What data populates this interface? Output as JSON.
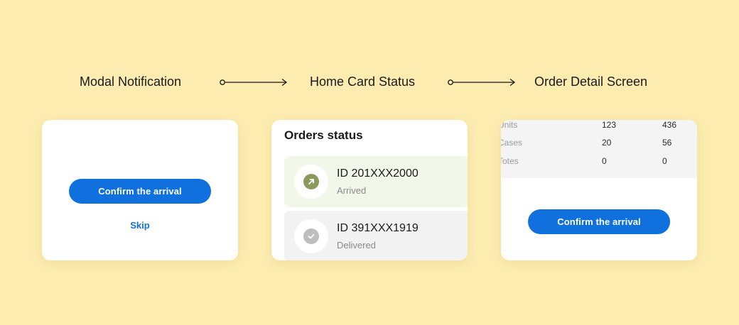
{
  "colors": {
    "background": "#fdecb0",
    "primary": "#0f70de",
    "arrived_icon": "#8a9a5b",
    "delivered_icon": "#bdbdbd"
  },
  "steps": [
    {
      "label": "Modal Notification"
    },
    {
      "label": "Home Card Status"
    },
    {
      "label": "Order Detail Screen"
    }
  ],
  "modal": {
    "confirm_label": "Confirm the arrival",
    "skip_label": "Skip"
  },
  "home_card": {
    "title": "Orders status",
    "orders": [
      {
        "id": "ID 201XXX2000",
        "status": "Arrived",
        "icon": "arrow-up-right-icon"
      },
      {
        "id": "ID 391XXX1919",
        "status": "Delivered",
        "icon": "check-icon"
      }
    ]
  },
  "order_detail": {
    "rows": [
      {
        "label": "Units",
        "v1": "123",
        "v2": "436"
      },
      {
        "label": "Cases",
        "v1": "20",
        "v2": "56"
      },
      {
        "label": "Totes",
        "v1": "0",
        "v2": "0"
      }
    ],
    "confirm_label": "Confirm the arrival"
  }
}
